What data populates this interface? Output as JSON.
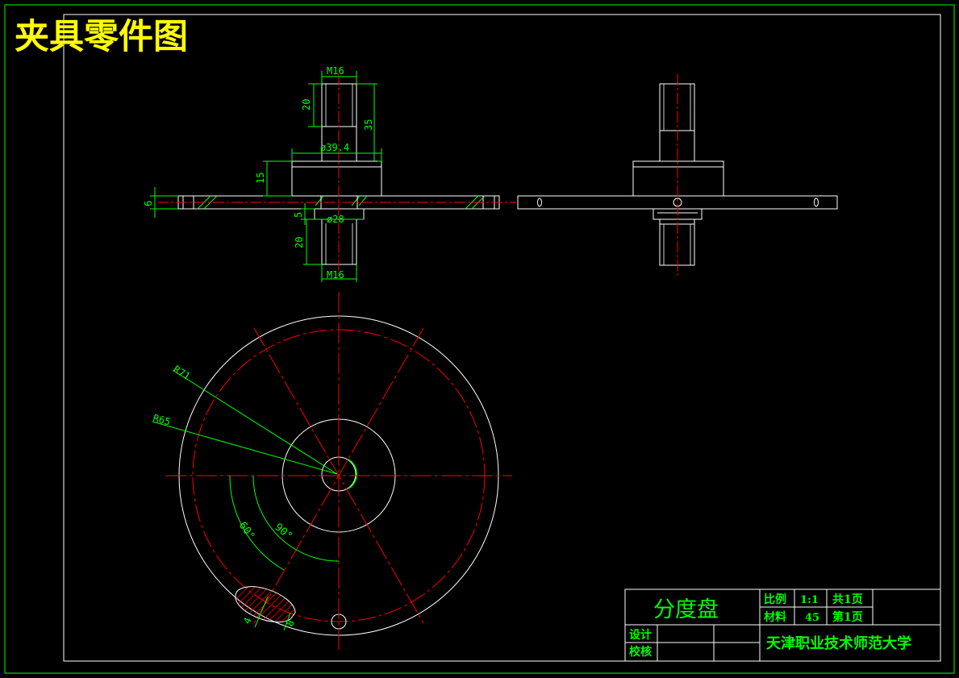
{
  "drawing": {
    "title": "夹具零件图",
    "colors": {
      "background": "#000000",
      "outline": "#ffffff",
      "centerline": "#ff0000",
      "dimension": "#00ff00",
      "frame": "#00ff00",
      "title_text": "#ffff00"
    }
  },
  "front_view": {
    "dims": {
      "top_thread": "M16",
      "top_length": "20",
      "top_total": "35",
      "boss_dia": "ø39.4",
      "boss_height": "15",
      "plate_thickness": "6",
      "lower_step": "5",
      "lower_dia": "ø28",
      "bottom_length": "20",
      "bottom_thread": "M16"
    }
  },
  "plan_view": {
    "dims": {
      "outer_radius": "R71",
      "pitch_radius": "R65",
      "angle_small": "60°",
      "angle_large": "90°",
      "slot_width_a": "4",
      "slot_width_b": "8"
    }
  },
  "title_block": {
    "part_name": "分度盘",
    "scale_label": "比例",
    "scale_value": "1:1",
    "total_pages": "共1页",
    "material_label": "材料",
    "material_value": "45",
    "page_number": "第1页",
    "designer_label": "设计",
    "checker_label": "校核",
    "school": "天津职业技术师范大学"
  }
}
